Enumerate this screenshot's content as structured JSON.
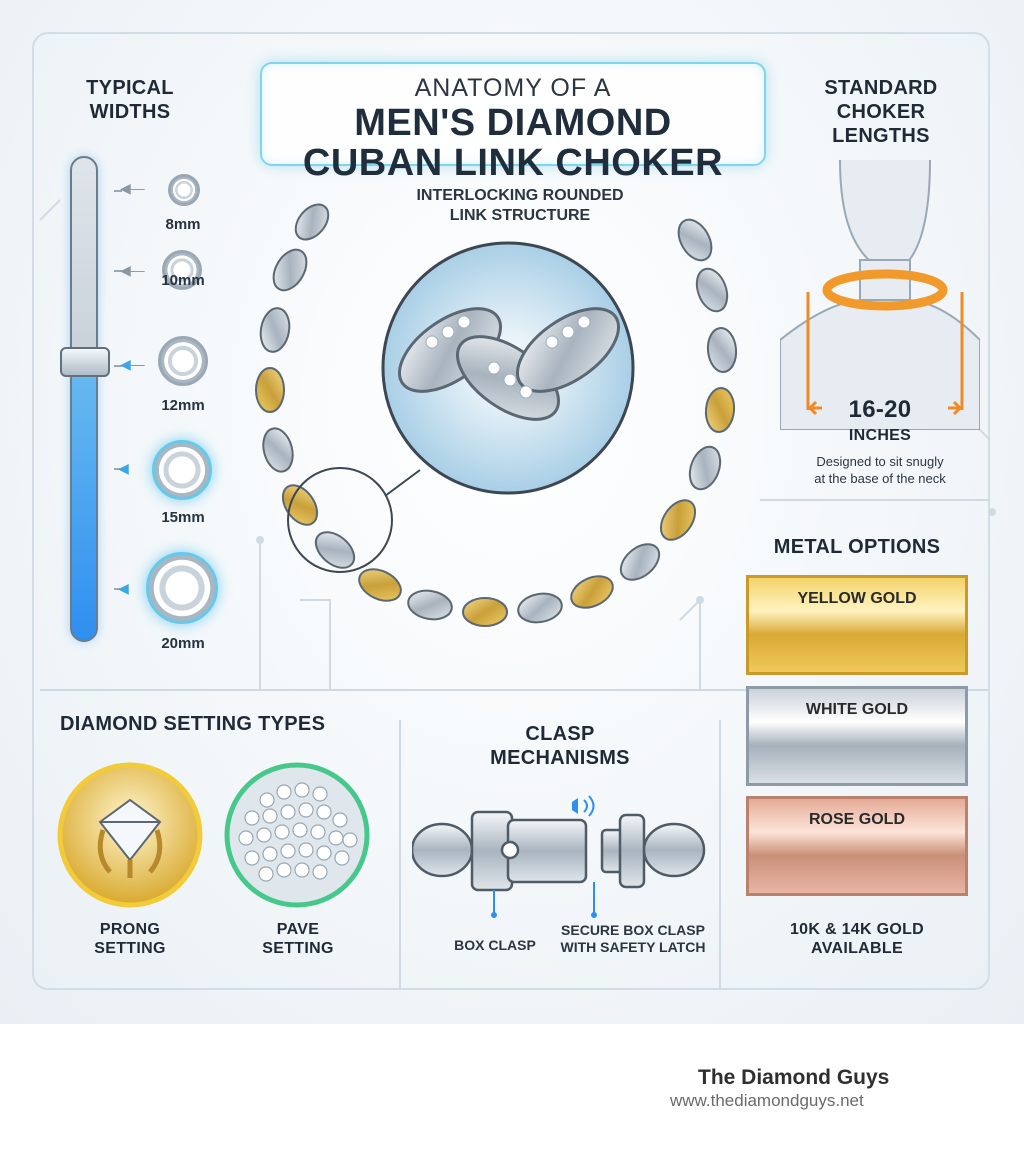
{
  "title": {
    "kicker": "ANATOMY OF A",
    "line1": "MEN'S DIAMOND",
    "line2": "CUBAN LINK CHOKER"
  },
  "widths": {
    "heading_line1": "TYPICAL",
    "heading_line2": "WIDTHS",
    "items": [
      "8mm",
      "10mm",
      "12mm",
      "15mm",
      "20mm"
    ]
  },
  "chain": {
    "callout_line1": "INTERLOCKING ROUNDED",
    "callout_line2": "LINK STRUCTURE"
  },
  "lengths": {
    "heading_line1": "STANDARD",
    "heading_line2": "CHOKER",
    "heading_line3": "LENGTHS",
    "range": "16-20",
    "unit": "INCHES",
    "note_line1": "Designed to sit snugly",
    "note_line2": "at the base of the neck"
  },
  "metals": {
    "heading": "METAL OPTIONS",
    "options": [
      "YELLOW GOLD",
      "WHITE GOLD",
      "ROSE GOLD"
    ],
    "footnote_line1": "10K & 14K GOLD",
    "footnote_line2": "AVAILABLE",
    "colors": {
      "yellow": "#e3b646",
      "white": "#c7cfd7",
      "rose": "#d99a83"
    }
  },
  "settings": {
    "heading": "DIAMOND SETTING TYPES",
    "prong_line1": "PRONG",
    "prong_line2": "SETTING",
    "pave_line1": "PAVE",
    "pave_line2": "SETTING"
  },
  "clasp": {
    "heading_line1": "CLASP",
    "heading_line2": "MECHANISMS",
    "box_label": "BOX CLASP",
    "secure_line1": "SECURE BOX CLASP",
    "secure_line2": "WITH SAFETY LATCH"
  },
  "brand": {
    "name": "The Diamond Guys",
    "url": "www.thediamondguys.net"
  },
  "accent_color": "#3aa6e8"
}
